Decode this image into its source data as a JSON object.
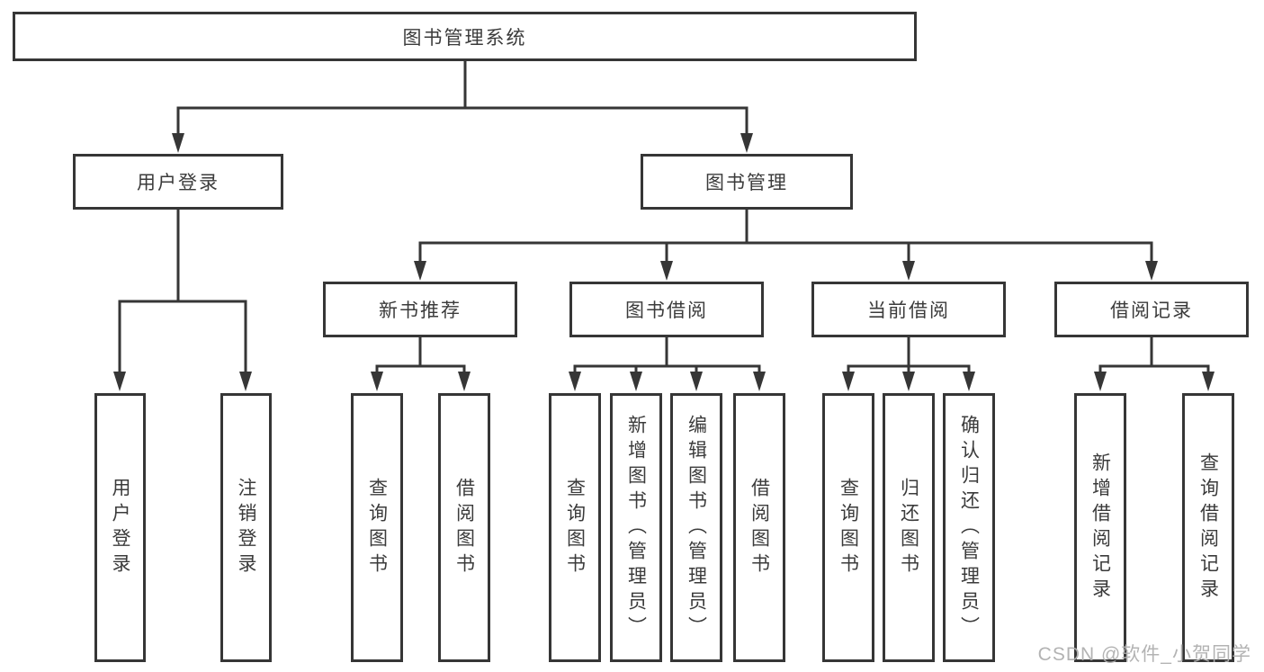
{
  "diagram": {
    "title": "图书管理系统",
    "watermark": "CSDN @软件_小贺同学",
    "colors": {
      "line": "#363636",
      "box_border": "#363636",
      "box_background": "#ffffff",
      "text": "#3b3b3b",
      "watermark": "#afafaf",
      "page_background": "#ffffff"
    },
    "nodes": {
      "root": {
        "label": "图书管理系统"
      },
      "user_login": {
        "label": "用户登录"
      },
      "book_management": {
        "label": "图书管理"
      },
      "new_book_recommend": {
        "label": "新书推荐"
      },
      "book_borrowing": {
        "label": "图书借阅"
      },
      "current_borrowing": {
        "label": "当前借阅"
      },
      "borrowing_records": {
        "label": "借阅记录"
      },
      "leaf_user_login": {
        "label": "用户登录"
      },
      "leaf_logout": {
        "label": "注销登录"
      },
      "leaf_query_books_recommend": {
        "label": "查询图书"
      },
      "leaf_borrow_books_recommend": {
        "label": "借阅图书"
      },
      "leaf_query_books_borrowing": {
        "label": "查询图书"
      },
      "leaf_add_books_admin": {
        "label": "新增图书（管理员）"
      },
      "leaf_edit_books_admin": {
        "label": "编辑图书（管理员）"
      },
      "leaf_borrow_books_borrowing": {
        "label": "借阅图书"
      },
      "leaf_query_books_current": {
        "label": "查询图书"
      },
      "leaf_return_books": {
        "label": "归还图书"
      },
      "leaf_confirm_return_admin": {
        "label": "确认归还（管理员）"
      },
      "leaf_add_borrow_record": {
        "label": "新增借阅记录"
      },
      "leaf_query_borrow_record": {
        "label": "查询借阅记录"
      }
    },
    "hierarchy": {
      "图书管理系统": {
        "用户登录": [
          "用户登录",
          "注销登录"
        ],
        "图书管理": {
          "新书推荐": [
            "查询图书",
            "借阅图书"
          ],
          "图书借阅": [
            "查询图书",
            "新增图书（管理员）",
            "编辑图书（管理员）",
            "借阅图书"
          ],
          "当前借阅": [
            "查询图书",
            "归还图书",
            "确认归还（管理员）"
          ],
          "借阅记录": [
            "新增借阅记录",
            "查询借阅记录"
          ]
        }
      }
    }
  }
}
